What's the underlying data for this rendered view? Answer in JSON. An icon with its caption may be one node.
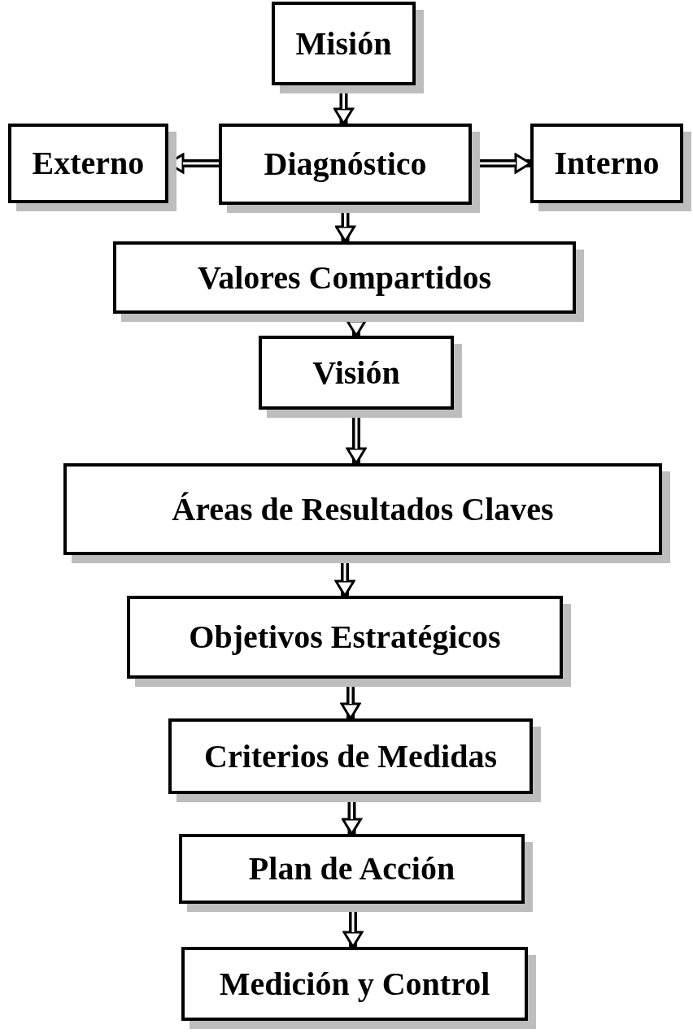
{
  "diagram": {
    "nodes": [
      {
        "text": [
          "Misión"
        ]
      },
      {
        "text": [
          "Externo"
        ]
      },
      {
        "text": [
          "Diagnóstico"
        ]
      },
      {
        "text": [
          "Interno"
        ]
      },
      {
        "text": [
          "Valores Compartidos"
        ]
      },
      {
        "text": [
          "Visión"
        ]
      },
      {
        "text": [
          "Áreas de Resultados Claves"
        ]
      },
      {
        "text": [
          "Objetivos Estratégicos"
        ]
      },
      {
        "text": [
          "Criterios de Medidas"
        ]
      },
      {
        "text": [
          "Plan de Acción"
        ]
      },
      {
        "text": [
          "Medición y Control"
        ]
      }
    ],
    "edges": [
      {
        "from": 0,
        "to": 2,
        "arrow": "to"
      },
      {
        "from": 2,
        "to": 1,
        "arrow": "to"
      },
      {
        "from": 2,
        "to": 3,
        "arrow": "to"
      },
      {
        "from": 2,
        "to": 4,
        "arrow": "to"
      },
      {
        "from": 4,
        "to": 5,
        "arrow": "to"
      },
      {
        "from": 5,
        "to": 6,
        "arrow": "to"
      },
      {
        "from": 6,
        "to": 7,
        "arrow": "to"
      },
      {
        "from": 7,
        "to": 8,
        "arrow": "to"
      },
      {
        "from": 8,
        "to": 9,
        "arrow": "to"
      },
      {
        "from": 9,
        "to": 10,
        "arrow": "to"
      }
    ]
  }
}
